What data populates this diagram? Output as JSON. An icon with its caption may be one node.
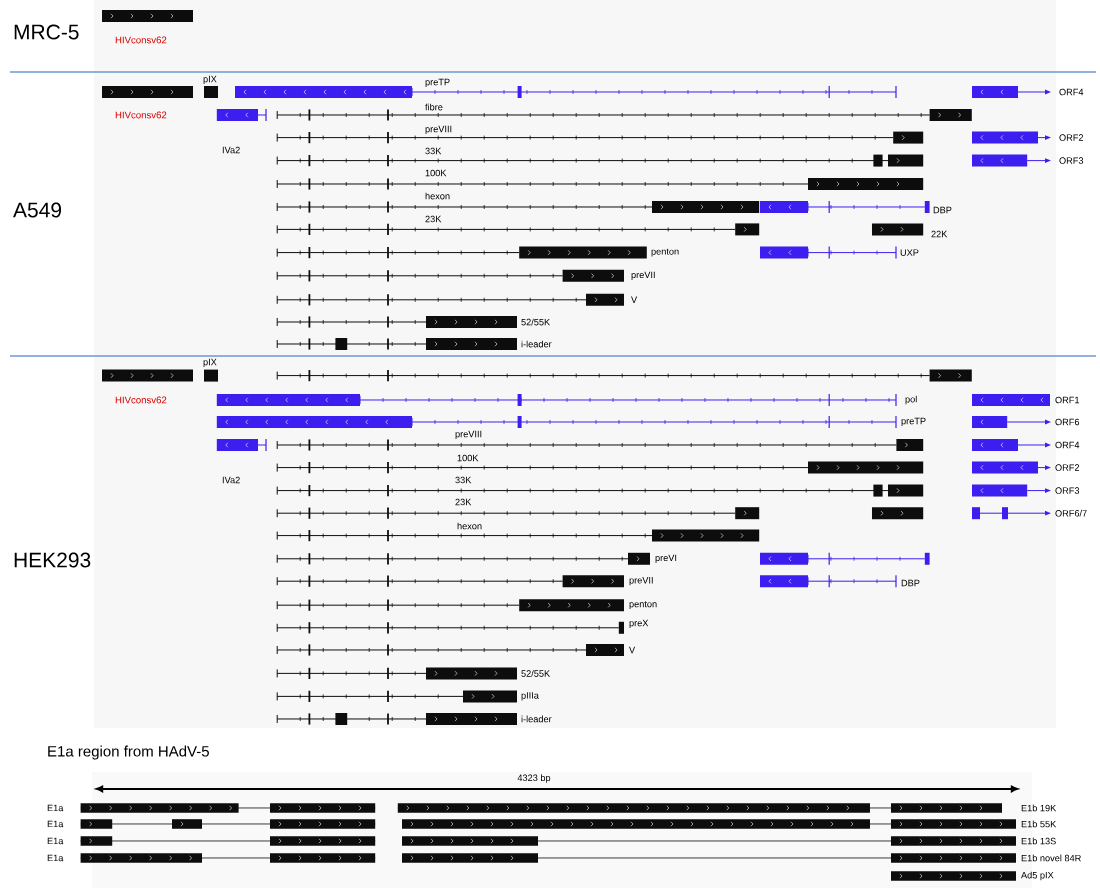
{
  "diagram": {
    "labels": [
      "MRC-5",
      "HIVconsv62",
      "pIX",
      "preTP",
      "ORF4",
      "HIVconsv62",
      "fibre",
      "IVa2",
      "preVIII",
      "ORF2",
      "33K",
      "ORF3",
      "100K",
      "A549",
      "hexon",
      "DBP",
      "23K",
      "22K",
      "penton",
      "UXP",
      "preVII",
      "V",
      "52/55K",
      "i-leader",
      "pIX",
      "HIVconsv62",
      "pol",
      "ORF1",
      "preTP",
      "ORF6",
      "preVIII",
      "ORF4",
      "100K",
      "ORF2",
      "IVa2",
      "33K",
      "ORF3",
      "23K",
      "ORF6/7",
      "hexon",
      "HEK293",
      "preVI",
      "preVII",
      "DBP",
      "penton",
      "preX",
      "V",
      "52/55K",
      "pIIIa",
      "i-leader",
      "E1a region from HAdV-5",
      "4323 bp",
      "E1a",
      "E1b 19K",
      "E1a",
      "E1b 55K",
      "E1a",
      "E1b 13S",
      "E1a",
      "E1b novel 84R",
      "Ad5 pIX"
    ]
  }
}
